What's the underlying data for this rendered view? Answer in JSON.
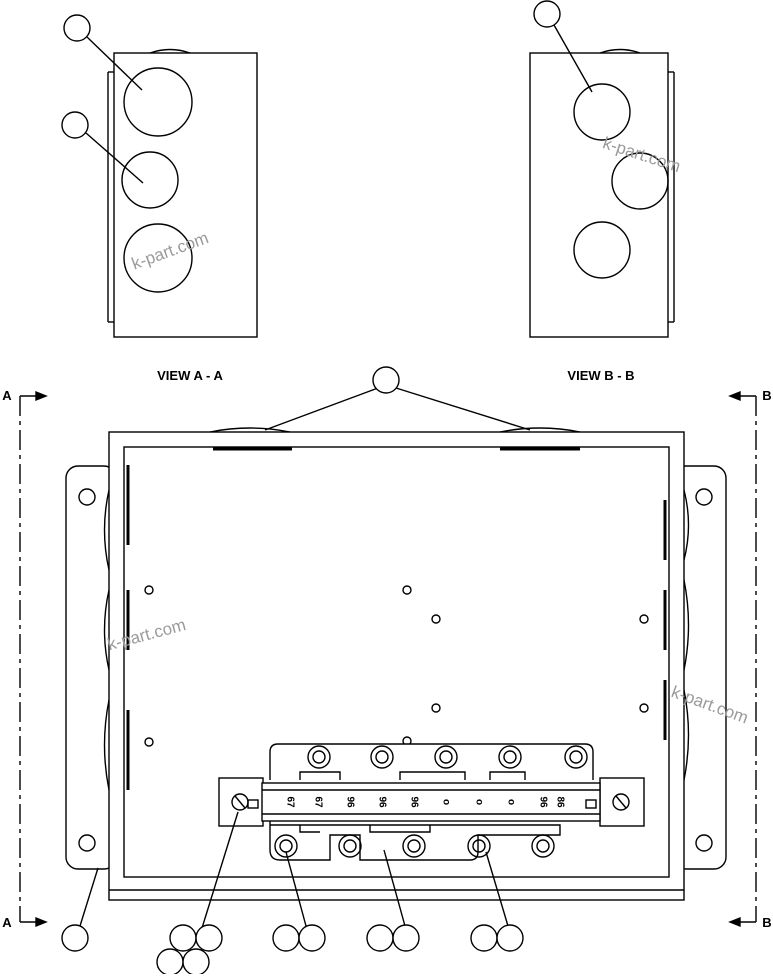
{
  "views": {
    "view_a_label": "VIEW A - A",
    "view_b_label": "VIEW B - B"
  },
  "section_markers": {
    "left_top": "A",
    "left_bottom": "A",
    "right_top": "B",
    "right_bottom": "B"
  },
  "terminal_strip": {
    "labels": [
      "67",
      "67",
      "96",
      "96",
      "96",
      "o",
      "o",
      "o",
      "96",
      "86"
    ]
  },
  "watermark": {
    "text": "k-part.com"
  },
  "colors": {
    "line": "#000000",
    "background": "#ffffff",
    "watermark": "#9a9a9a"
  }
}
